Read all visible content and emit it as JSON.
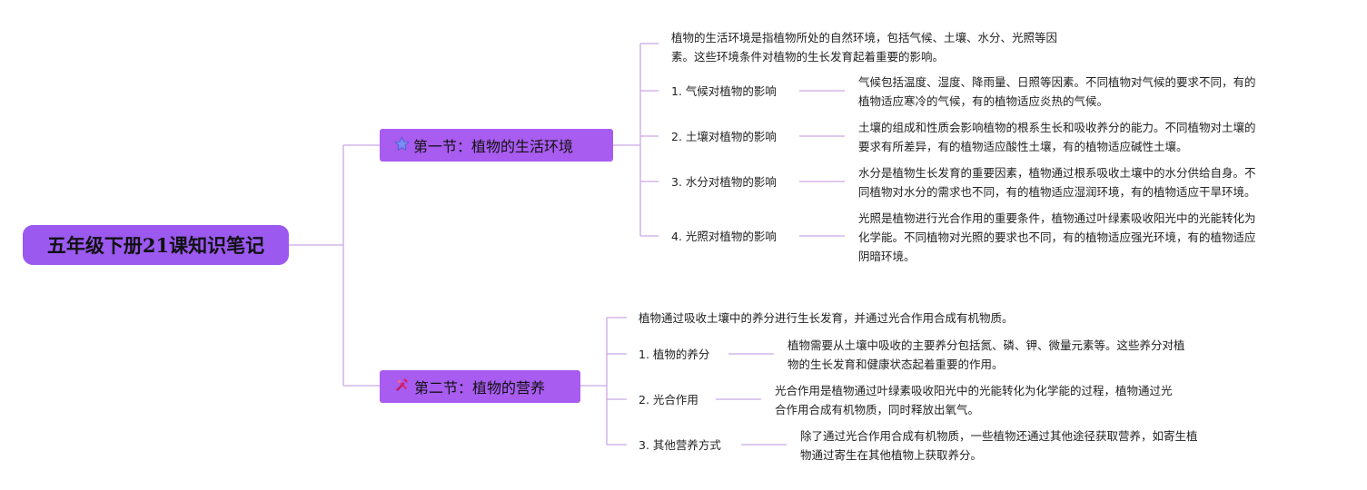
{
  "root": {
    "title": "五年级下册21课知识笔记"
  },
  "section1": {
    "icon": "star-icon",
    "title": "第一节：植物的生活环境",
    "intro": [
      "植物的生活环境是指植物所处的自然环境，包括气候、土壤、水分、光照等因",
      "素。这些环境条件对植物的生长发育起着重要的影响。"
    ],
    "items": [
      {
        "label": "1. 气候对植物的影响",
        "detail": [
          "气候包括温度、湿度、降雨量、日照等因素。不同植物对气候的要求不同，有的",
          "植物适应寒冷的气候，有的植物适应炎热的气候。"
        ]
      },
      {
        "label": "2. 土壤对植物的影响",
        "detail": [
          "土壤的组成和性质会影响植物的根系生长和吸收养分的能力。不同植物对土壤的",
          "要求有所差异，有的植物适应酸性土壤，有的植物适应碱性土壤。"
        ]
      },
      {
        "label": "3. 水分对植物的影响",
        "detail": [
          "水分是植物生长发育的重要因素，植物通过根系吸收土壤中的水分供给自身。不",
          "同植物对水分的需求也不同，有的植物适应湿润环境，有的植物适应干旱环境。"
        ]
      },
      {
        "label": "4. 光照对植物的影响",
        "detail": [
          "光照是植物进行光合作用的重要条件，植物通过叶绿素吸收阳光中的光能转化为",
          "化学能。不同植物对光照的要求也不同，有的植物适应强光环境，有的植物适应",
          "阴暗环境。"
        ]
      }
    ]
  },
  "section2": {
    "icon": "tools-icon",
    "title": "第二节：植物的营养",
    "intro": [
      "植物通过吸收土壤中的养分进行生长发育，并通过光合作用合成有机物质。"
    ],
    "items": [
      {
        "label": "1. 植物的养分",
        "detail": [
          "植物需要从土壤中吸收的主要养分包括氮、磷、钾、微量元素等。这些养分对植",
          "物的生长发育和健康状态起着重要的作用。"
        ]
      },
      {
        "label": "2. 光合作用",
        "detail": [
          "光合作用是植物通过叶绿素吸收阳光中的光能转化为化学能的过程，植物通过光",
          "合作用合成有机物质，同时释放出氧气。"
        ]
      },
      {
        "label": "3. 其他营养方式",
        "detail": [
          "除了通过光合作用合成有机物质，一些植物还通过其他途径获取营养，如寄生植",
          "物通过寄生在其他植物上获取养分。"
        ]
      }
    ]
  },
  "colors": {
    "node": "#a95cf0",
    "line": "#c9a8e6"
  }
}
